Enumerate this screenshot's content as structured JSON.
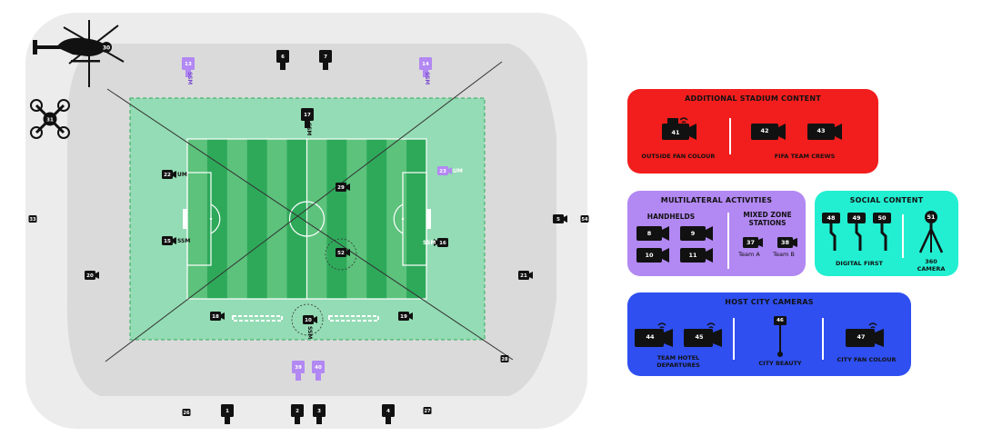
{
  "stadium": {
    "helicopter_label": "30",
    "drone_label": "31",
    "field_cameras": [
      {
        "id": "6"
      },
      {
        "id": "7"
      },
      {
        "id": "13",
        "tag": "SSM"
      },
      {
        "id": "14",
        "tag": "SSM"
      },
      {
        "id": "17",
        "tag": "SSM"
      },
      {
        "id": "22",
        "tag": "UM"
      },
      {
        "id": "23",
        "tag": "UM"
      },
      {
        "id": "15",
        "tag": "SSM"
      },
      {
        "id": "16",
        "tag": "SSM"
      },
      {
        "id": "29"
      },
      {
        "id": "52"
      },
      {
        "id": "10",
        "tag": "SSM"
      },
      {
        "id": "18"
      },
      {
        "id": "19"
      },
      {
        "id": "5"
      },
      {
        "id": "54"
      },
      {
        "id": "33"
      },
      {
        "id": "20"
      },
      {
        "id": "21"
      },
      {
        "id": "28"
      },
      {
        "id": "39"
      },
      {
        "id": "40"
      },
      {
        "id": "26"
      },
      {
        "id": "1"
      },
      {
        "id": "2"
      },
      {
        "id": "3"
      },
      {
        "id": "4"
      },
      {
        "id": "27"
      }
    ]
  },
  "legend": {
    "additional": {
      "title": "ADDITIONAL STADIUM CONTENT",
      "cams": [
        "41",
        "42",
        "43"
      ],
      "captions": [
        "OUTSIDE FAN COLOUR",
        "FIFA TEAM CREWS"
      ],
      "color": "#f21d1d"
    },
    "multilateral": {
      "title": "MULTILATERAL ACTIVITIES",
      "handhelds_label": "HANDHELDS",
      "handheld_cams": [
        "8",
        "9",
        "10",
        "11"
      ],
      "mixed_zone_label": "MIXED ZONE\nSTATIONS",
      "mixed_cams": [
        "37",
        "38"
      ],
      "team_labels": [
        "Team A",
        "Team B"
      ],
      "color": "#b288f2"
    },
    "social": {
      "title": "SOCIAL CONTENT",
      "gimbals": [
        "48",
        "49",
        "50"
      ],
      "camera_360": "51",
      "captions": [
        "DIGITAL FIRST",
        "360\nCAMERA"
      ],
      "color": "#22efd2"
    },
    "host_city": {
      "title": "HOST CITY CAMERAS",
      "cams": [
        "44",
        "45"
      ],
      "pole_cam": "46",
      "fan_cam": "47",
      "captions": [
        "TEAM HOTEL\nDEPARTURES",
        "CITY BEAUTY",
        "CITY FAN COLOUR"
      ],
      "color": "#2f4ff0"
    }
  },
  "colors": {
    "stadium_outer": "#ececec",
    "stand": "#dadada",
    "surround": "#94dcb5",
    "pitch_dark": "#2ea95a",
    "pitch_light": "#5cc27c",
    "unilateral": "#b288f2",
    "camera": "#111111"
  }
}
